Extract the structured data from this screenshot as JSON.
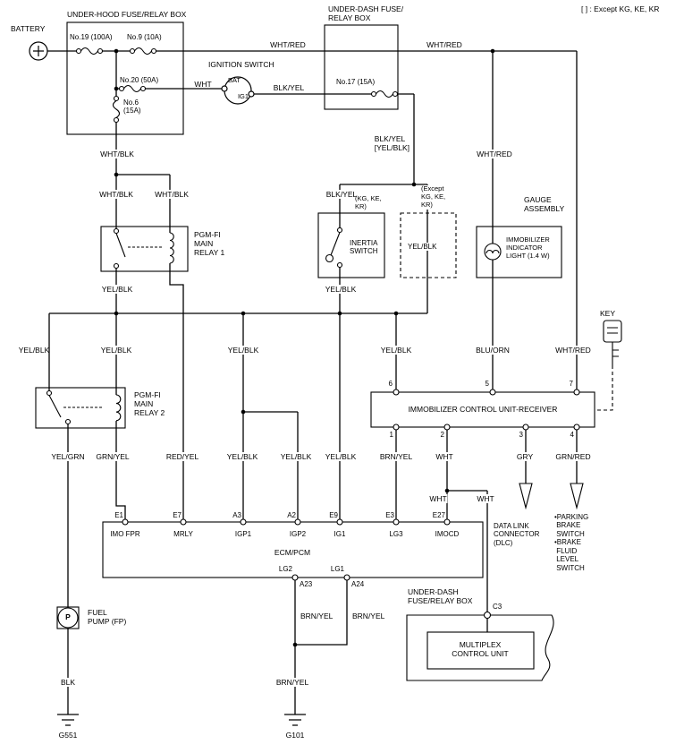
{
  "note": "[ ] : Except KG, KE, KR",
  "battery": {
    "label": "BATTERY"
  },
  "underhood": {
    "title": "UNDER-HOOD FUSE/RELAY BOX",
    "fuse19": "No.19 (100A)",
    "fuse9": "No.9 (10A)",
    "fuse20": "No.20 (50A)",
    "fuse6": "No.6\n(15A)"
  },
  "underdash_top": {
    "title": "UNDER-DASH FUSE/\nRELAY BOX",
    "fuse17": "No.17 (15A)"
  },
  "ignition": {
    "title": "IGNITION SWITCH",
    "bat": "BAT",
    "ig1": "IG1"
  },
  "relay1": {
    "label": "PGM-FI\nMAIN\nRELAY 1"
  },
  "relay2": {
    "label": "PGM-FI\nMAIN\nRELAY 2"
  },
  "inertia": {
    "label": "INERTIA\nSWITCH",
    "variant_kg": "(KG, KE,\nKR)",
    "variant_except": "(Except\nKG, KE,\nKR)"
  },
  "gauge": {
    "title": "GAUGE\nASSEMBLY",
    "light": "IMMOBILIZER\nINDICATOR\nLIGHT (1.4 W)"
  },
  "key": {
    "label": "KEY"
  },
  "receiver": {
    "title": "IMMOBILIZER CONTROL UNIT-RECEIVER",
    "pin6": "6",
    "pin5": "5",
    "pin7": "7",
    "pin1": "1",
    "pin2": "2",
    "pin3": "3",
    "pin4": "4"
  },
  "ecm": {
    "title": "ECM/PCM",
    "t_e1": "E1",
    "t_e7": "E7",
    "t_a3": "A3",
    "t_a2": "A2",
    "t_e9": "E9",
    "t_e3": "E3",
    "t_e27": "E27",
    "n_imofpr": "IMO FPR",
    "n_mrly": "MRLY",
    "n_igp1": "IGP1",
    "n_igp2": "IGP2",
    "n_ig1": "IG1",
    "n_lg3": "LG3",
    "n_imocd": "IMOCD",
    "n_lg2": "LG2",
    "n_lg1": "LG1",
    "t_a23": "A23",
    "t_a24": "A24"
  },
  "dlc": {
    "label": "DATA LINK\nCONNECTOR\n(DLC)"
  },
  "brake": {
    "label": "•PARKING\n BRAKE\n SWITCH\n•BRAKE\n FLUID\n LEVEL\n SWITCH"
  },
  "multiplex": {
    "title": "UNDER-DASH\nFUSE/RELAY BOX",
    "connector": "C3",
    "unit": "MULTIPLEX\nCONTROL UNIT"
  },
  "fuel_pump": {
    "label": "FUEL\nPUMP (FP)",
    "symbol": "P"
  },
  "grounds": {
    "g551": "G551",
    "g101": "G101"
  },
  "wires": {
    "whtred": "WHT/RED",
    "wht": "WHT",
    "blkyel": "BLK/YEL",
    "blkyel_alt": "BLK/YEL\n[YEL/BLK]",
    "whtblk": "WHT/BLK",
    "yelblk": "YEL/BLK",
    "yelgrn": "YEL/GRN",
    "grnyel": "GRN/YEL",
    "redyel": "RED/YEL",
    "brnyel": "BRN/YEL",
    "bluorn": "BLU/ORN",
    "gry": "GRY",
    "grnred": "GRN/RED",
    "blk": "BLK"
  }
}
